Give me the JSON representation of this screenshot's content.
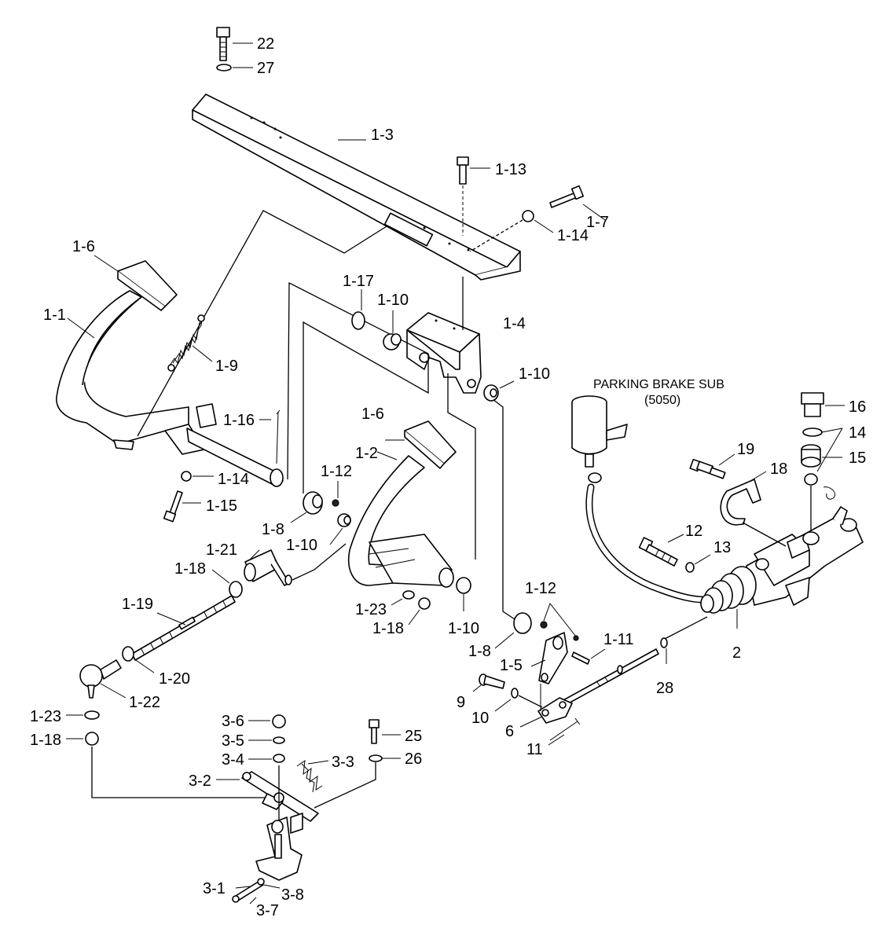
{
  "diagram": {
    "title_line1": "PARKING BRAKE SUB",
    "title_line2": "(5050)",
    "callouts": {
      "c22": "22",
      "c27": "27",
      "c1_3": "1-3",
      "c1_13": "1-13",
      "c1_7": "1-7",
      "c1_14a": "1-14",
      "c1_6a": "1-6",
      "c1_1": "1-1",
      "c1_9": "1-9",
      "c1_17": "1-17",
      "c1_10a": "1-10",
      "c1_4": "1-4",
      "c1_10b": "1-10",
      "c1_16": "1-16",
      "c1_6b": "1-6",
      "c1_2": "1-2",
      "c1_14b": "1-14",
      "c1_15": "1-15",
      "c1_12a": "1-12",
      "c1_8a": "1-8",
      "c1_10c": "1-10",
      "c1_21": "1-21",
      "c1_18a": "1-18",
      "c1_19": "1-19",
      "c1_23a": "1-23",
      "c1_18b": "1-18",
      "c1_10d": "1-10",
      "c1_20": "1-20",
      "c1_22": "1-22",
      "c1_23b": "1-23",
      "c1_18c": "1-18",
      "c3_6": "3-6",
      "c3_5": "3-5",
      "c3_4": "3-4",
      "c3_3": "3-3",
      "c3_2": "3-2",
      "c25": "25",
      "c26": "26",
      "c3_1": "3-1",
      "c3_8": "3-8",
      "c3_7": "3-7",
      "c1_12b": "1-12",
      "c1_11": "1-11",
      "c1_8b": "1-8",
      "c1_5": "1-5",
      "c9": "9",
      "c10": "10",
      "c6": "6",
      "c11": "11",
      "c28": "28",
      "c2": "2",
      "c12": "12",
      "c13": "13",
      "c19": "19",
      "c18": "18",
      "c16": "16",
      "c14": "14",
      "c15": "15"
    }
  }
}
